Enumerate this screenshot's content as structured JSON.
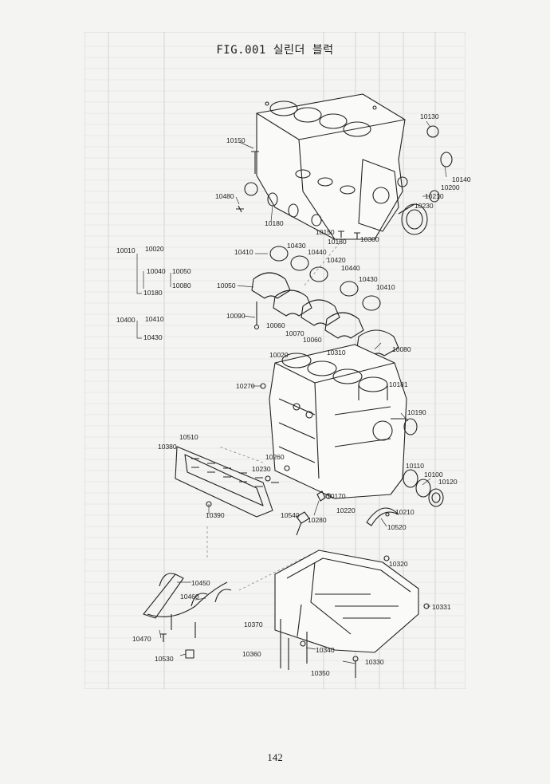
{
  "title": "FIG.001 실린더 블럭",
  "page_number": "142",
  "labels": {
    "l10130": "10130",
    "l10150": "10150",
    "l10140": "10140",
    "l10200": "10200",
    "l10210": "10210",
    "l10230a": "10230",
    "l10480": "10480",
    "l10180": "10180",
    "l10150b": "10150",
    "l10160": "10160",
    "l10300": "10300",
    "l10010": "10010",
    "l10020a": "10020",
    "l10040": "10040",
    "l10050a": "10050",
    "l10080a": "10080",
    "l10180b": "10180",
    "l10400": "10400",
    "l10410a": "10410",
    "l10430a": "10430",
    "l10410b": "10410",
    "l10430b": "10430",
    "l10440a": "10440",
    "l10420": "10420",
    "l10440b": "10440",
    "l10430c": "10430",
    "l10410c": "10410",
    "l10050b": "10050",
    "l10090": "10090",
    "l10060a": "10060",
    "l10070": "10070",
    "l10060b": "10060",
    "l10080b": "10080",
    "l10020b": "10020",
    "l10310": "10310",
    "l10270": "10270",
    "l10181": "10181",
    "l10190": "10190",
    "l10510": "10510",
    "l10380": "10380",
    "l10260": "10260",
    "l10230b": "10230",
    "l10110": "10110",
    "l10100": "10100",
    "l10120": "10120",
    "l10170": "10170",
    "l10540": "10540",
    "l10280": "10280",
    "l10220": "10220",
    "l10210b": "10210",
    "l10520": "10520",
    "l10390": "10390",
    "l10320": "10320",
    "l10331": "10331",
    "l10450": "10450",
    "l10460": "10460",
    "l10370": "10370",
    "l10470": "10470",
    "l10360": "10360",
    "l10340": "10340",
    "l10330": "10330",
    "l10530": "10530",
    "l10350": "10350"
  }
}
